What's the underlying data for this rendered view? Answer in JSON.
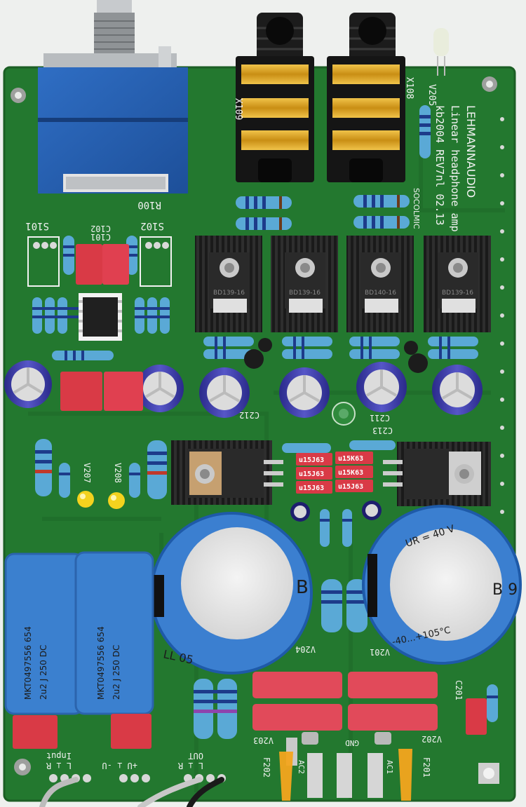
{
  "board": {
    "brand": "LEHMANNAUDIO",
    "title": "Linear headphone amp",
    "revision": "kb2004 REV7nl 02.13",
    "logo": "SOCOLMIC"
  },
  "refs": {
    "r100": "R100",
    "x109": "X109",
    "x108": "X108",
    "v205": "V205",
    "s101": "S101",
    "s102": "S102",
    "c102": "C102",
    "c101": "C101",
    "c212": "C212",
    "c211": "C211",
    "c213": "C213",
    "v207": "V207",
    "v208": "V208",
    "v204": "V204",
    "v201": "V201",
    "v203": "V203",
    "v202": "V202",
    "c201": "C201",
    "f202": "F202",
    "f201": "F201",
    "ac2": "AC2",
    "ac1": "AC1",
    "gnd": "GND",
    "input": "Input",
    "out": "OUT"
  },
  "pins": {
    "input_pins": "L  ⊥  R",
    "supply_pins": "+U  ⊥  -U",
    "out_pins": "L  ⊥  R"
  },
  "parts": {
    "film_cap_label_1": "MKT0497556 654",
    "film_cap_value_1": "2u2 J 250 DC",
    "film_cap_label_2": "MKT0497556 654",
    "film_cap_value_2": "2u2 J 250 DC",
    "elcap_left_mark": "B",
    "elcap_left_code": "LL 05",
    "elcap_right_mark": "B 9",
    "elcap_right_rating": "UR = 40 V",
    "elcap_right_temp": "-40...+105°C",
    "red_cap_1": "u15J63",
    "red_cap_2": "u15K63",
    "red_cap_3": "u15J63",
    "red_cap_4": "u15K63",
    "red_cap_5": "u15J63",
    "red_cap_6": "u15J63",
    "transistor_1": "BD139-16",
    "transistor_2": "BD139-16",
    "transistor_3": "BD140-16",
    "transistor_4": "BD139-16"
  },
  "colors": {
    "pcb": "#23782f",
    "pcb_dark": "#1b6426",
    "silkscreen": "#f2f2f2",
    "gold": "#d9a520",
    "blue_component": "#2f6bc4",
    "resistor_body": "#5aa9d6"
  }
}
